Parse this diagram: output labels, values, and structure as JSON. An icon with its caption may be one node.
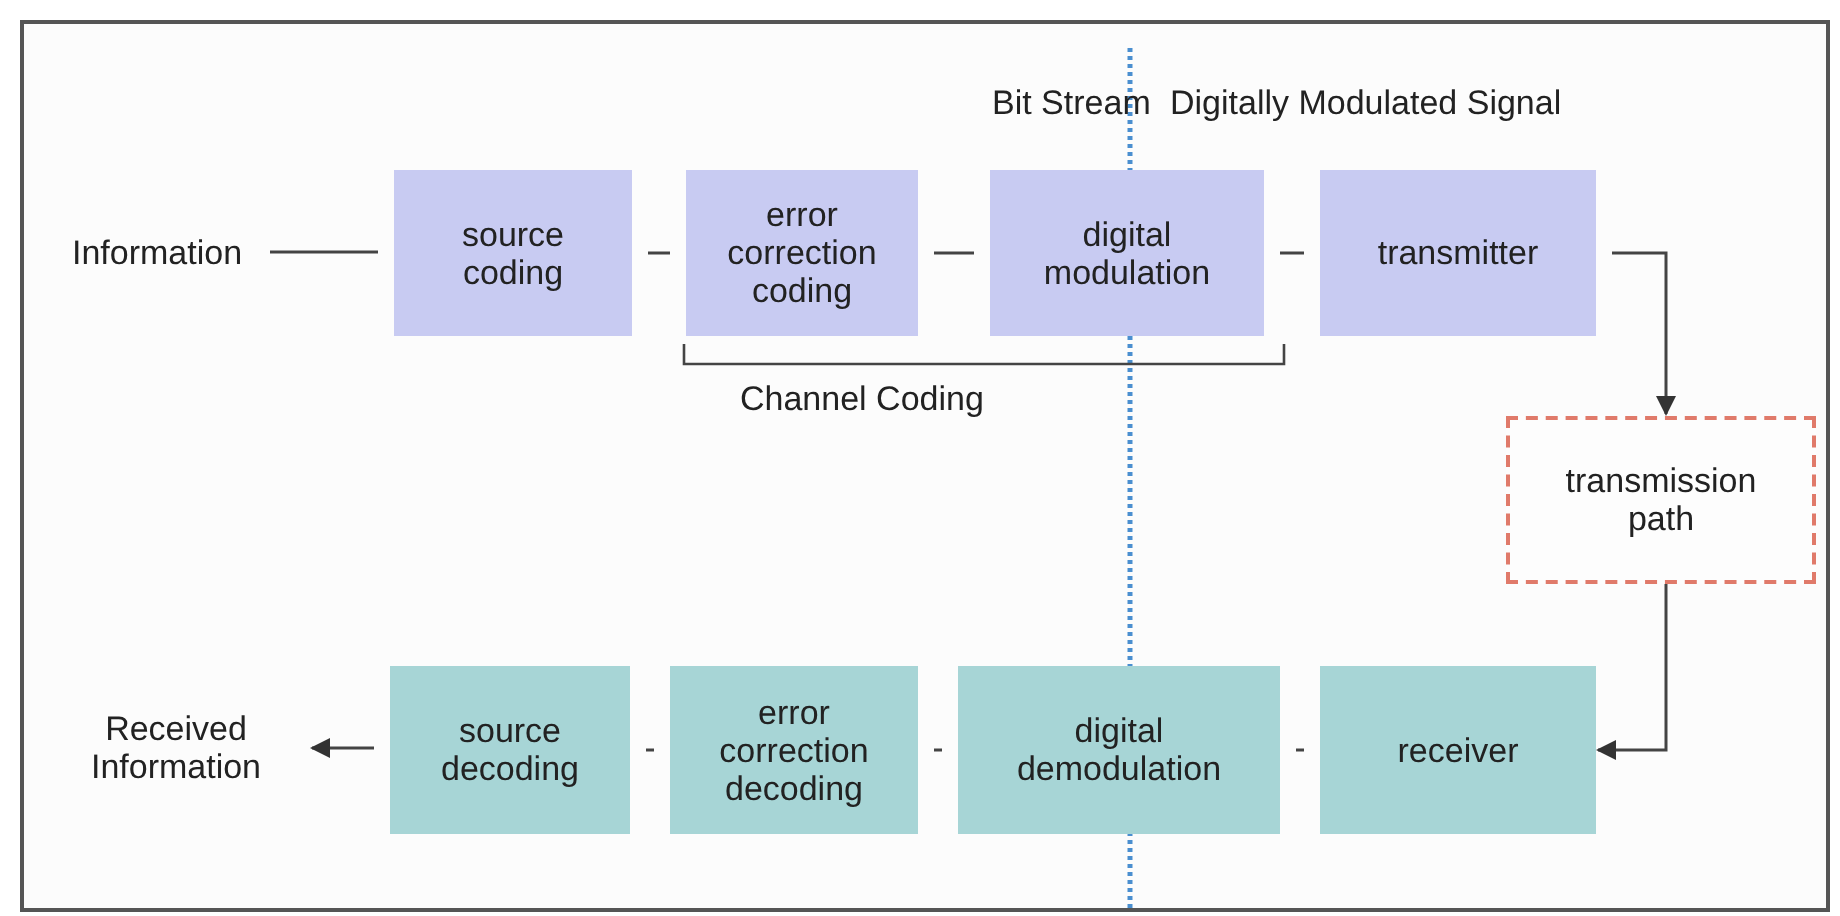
{
  "diagram": {
    "nodes": [
      {
        "text": [
          "Information"
        ]
      },
      {
        "text": [
          "source coding"
        ]
      },
      {
        "text": [
          "error correction coding"
        ]
      },
      {
        "text": [
          "digital modulation"
        ]
      },
      {
        "text": [
          "transmitter"
        ]
      },
      {
        "text": [
          "transmission path"
        ]
      },
      {
        "text": [
          "Received Information"
        ]
      },
      {
        "text": [
          "source decoding"
        ]
      },
      {
        "text": [
          "error correction decoding"
        ]
      },
      {
        "text": [
          "digital demodulation"
        ]
      },
      {
        "text": [
          "receiver"
        ]
      }
    ],
    "edges": [
      {
        "from": 0,
        "to": 1,
        "arrow": "none"
      },
      {
        "from": 1,
        "to": 2,
        "arrow": "none"
      },
      {
        "from": 2,
        "to": 3,
        "arrow": "none"
      },
      {
        "from": 3,
        "to": 4,
        "arrow": "none"
      },
      {
        "from": 4,
        "to": 5,
        "arrow": "to"
      },
      {
        "from": 5,
        "to": 10,
        "arrow": "to"
      },
      {
        "from": 10,
        "to": 9,
        "arrow": "none"
      },
      {
        "from": 9,
        "to": 8,
        "arrow": "none"
      },
      {
        "from": 8,
        "to": 7,
        "arrow": "none"
      },
      {
        "from": 7,
        "to": 6,
        "arrow": "to"
      }
    ],
    "labels": [
      "Bit Stream",
      "Digitally Modulated Signal",
      "Channel Coding"
    ]
  }
}
